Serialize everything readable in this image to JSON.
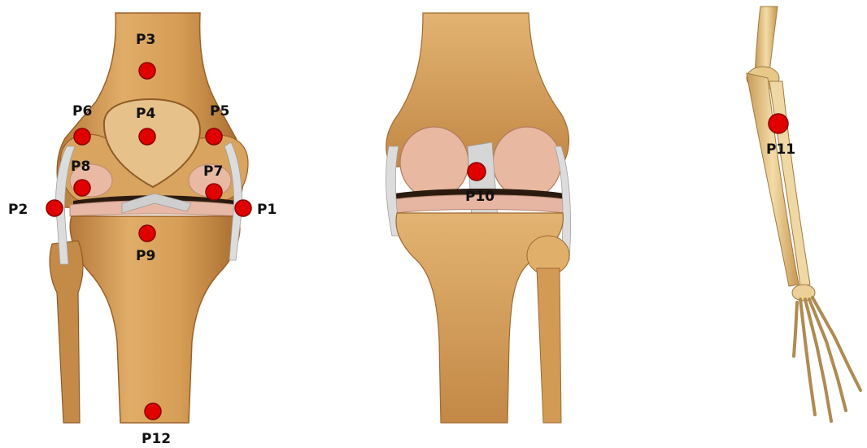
{
  "colors": {
    "background": "#ffffff",
    "bone": "#d9a45e",
    "bone_dark": "#b07532",
    "bone_light": "#f1d29a",
    "cartilage": "#e9b9a4",
    "ligament": "#d8d8d8",
    "marker": "#e00000",
    "label": "#111111"
  },
  "panels": [
    {
      "name": "knee-front-view"
    },
    {
      "name": "knee-posterior-view"
    },
    {
      "name": "arm-side-view"
    }
  ],
  "markers": [
    {
      "id": "p1",
      "label": "P1"
    },
    {
      "id": "p2",
      "label": "P2"
    },
    {
      "id": "p3",
      "label": "P3"
    },
    {
      "id": "p4",
      "label": "P4"
    },
    {
      "id": "p5",
      "label": "P5"
    },
    {
      "id": "p6",
      "label": "P6"
    },
    {
      "id": "p7",
      "label": "P7"
    },
    {
      "id": "p8",
      "label": "P8"
    },
    {
      "id": "p9",
      "label": "P9"
    },
    {
      "id": "p10",
      "label": "P10"
    },
    {
      "id": "p11",
      "label": "P11"
    },
    {
      "id": "p12",
      "label": "P12"
    }
  ]
}
